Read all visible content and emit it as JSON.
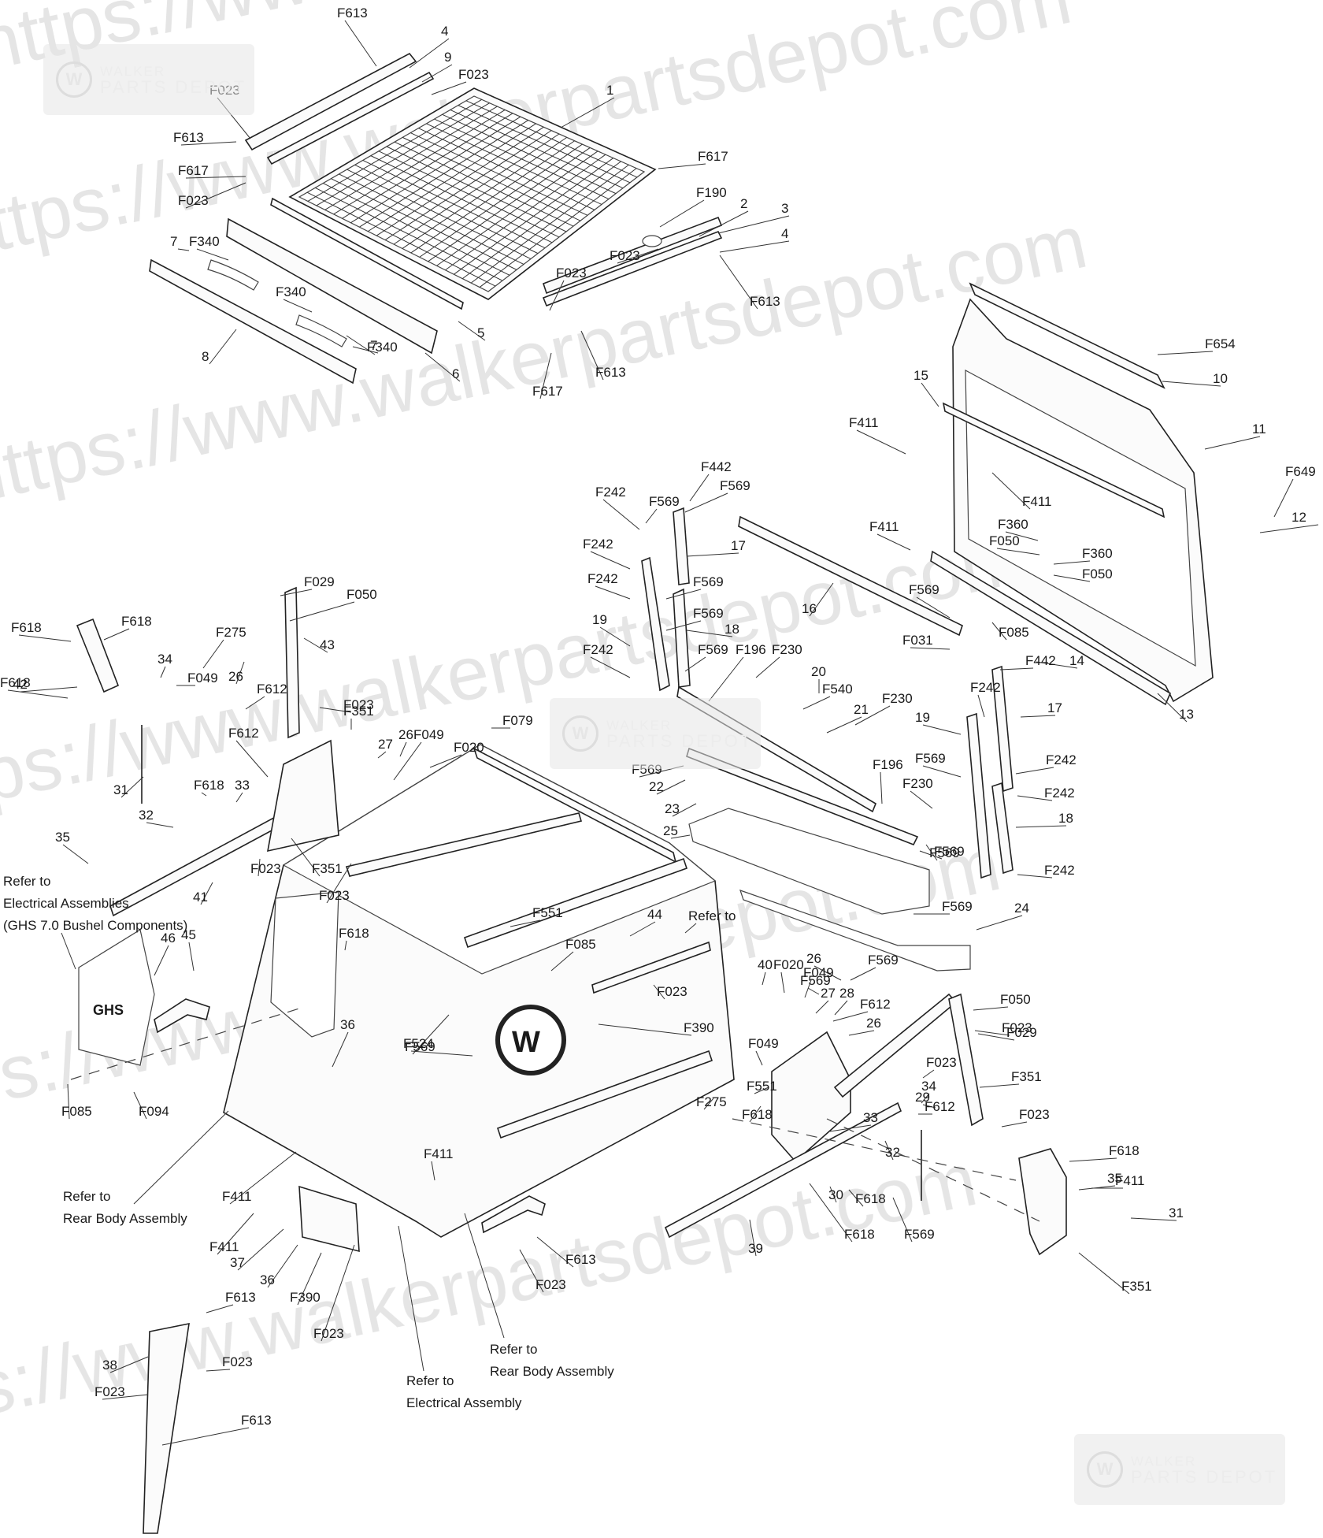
{
  "watermark": {
    "text_url": "https://www.walkerpartsdepot.com",
    "badge_line1": "WALKER",
    "badge_line2": "PARTS DEPOT",
    "badge_mark": "W"
  },
  "notes": {
    "n1": [
      "Refer to",
      "Electrical Assemblies",
      "(GHS 7.0 Bushel Components)"
    ],
    "n2": [
      "Refer to",
      "Rear Body Assembly"
    ],
    "n3": [
      "Refer to",
      "Rear Body Assembly"
    ],
    "n4": [
      "Refer to",
      "Electrical Assembly"
    ]
  },
  "logos": {
    "ghs": "GHS"
  },
  "callouts": [
    "F613",
    "4",
    "9",
    "F023",
    "1",
    "F023",
    "F613",
    "F617",
    "F023",
    "F617",
    "F190",
    "2",
    "3",
    "F023",
    "4",
    "F613",
    "7",
    "F340",
    "F340",
    "F340",
    "8",
    "5",
    "6",
    "7",
    "F023",
    "F617",
    "F613",
    "F654",
    "10",
    "15",
    "11",
    "F411",
    "F411",
    "F649",
    "12",
    "F360",
    "F050",
    "F360",
    "F050",
    "F411",
    "F569",
    "F085",
    "F031",
    "F442",
    "14",
    "13",
    "F242",
    "F442",
    "F569",
    "F569",
    "17",
    "F242",
    "F242",
    "F569",
    "F569",
    "18",
    "16",
    "19",
    "F242",
    "F569",
    "F196",
    "F230",
    "20",
    "F540",
    "21",
    "F230",
    "F569",
    "F242",
    "17",
    "19",
    "F569",
    "F242",
    "F242",
    "18",
    "F242",
    "F569",
    "22",
    "23",
    "25",
    "F196",
    "F230",
    "F569",
    "F569",
    "24",
    "F029",
    "F050",
    "F618",
    "F618",
    "F275",
    "43",
    "42",
    "F618",
    "34",
    "F049",
    "F612",
    "26",
    "F351",
    "F023",
    "27",
    "26",
    "F049",
    "F020",
    "F079",
    "F612",
    "31",
    "F618",
    "33",
    "32",
    "35",
    "F351",
    "F023",
    "41",
    "F023",
    "F551",
    "44",
    "Refer to",
    "F085",
    "F023",
    "46",
    "45",
    "F618",
    "36",
    "F390",
    "F569",
    "F524",
    "F085",
    "F094",
    "40",
    "F020",
    "F049",
    "26",
    "F569",
    "F569",
    "27",
    "28",
    "F612",
    "F050",
    "26",
    "F029",
    "F023",
    "F049",
    "F023",
    "34",
    "F351",
    "29",
    "F551",
    "F612",
    "F023",
    "F275",
    "F618",
    "33",
    "32",
    "30",
    "F618",
    "F618",
    "35",
    "31",
    "F351",
    "F618",
    "F569",
    "39",
    "F411",
    "F411",
    "F411",
    "F411",
    "37",
    "36",
    "F390",
    "F023",
    "F613",
    "F023",
    "F613",
    "38",
    "F023",
    "F023",
    "F613"
  ]
}
